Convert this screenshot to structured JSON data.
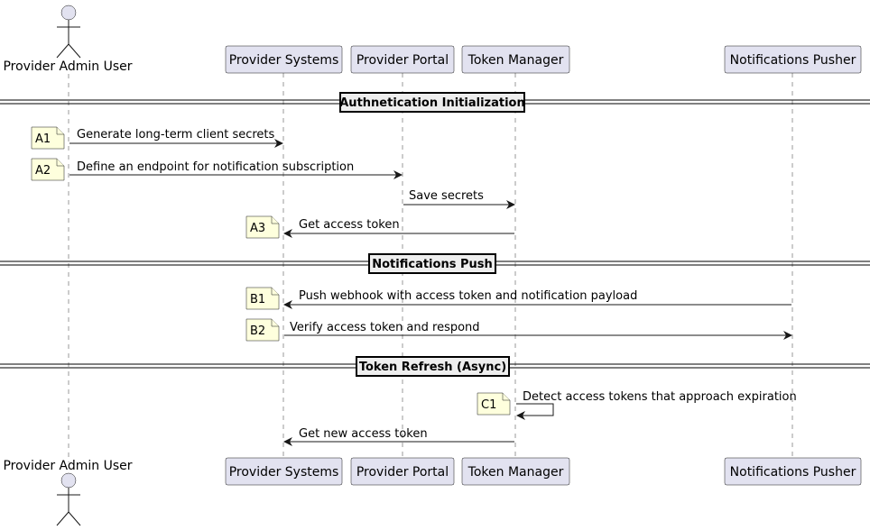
{
  "participants": {
    "admin": "Provider Admin User",
    "systems": "Provider Systems",
    "portal": "Provider Portal",
    "token": "Token Manager",
    "pusher": "Notifications Pusher"
  },
  "separators": {
    "s1": "Authnetication Initialization",
    "s2": "Notifications Push",
    "s3": "Token Refresh (Async)"
  },
  "messages": {
    "m1": "Generate long-term client secrets",
    "m2": "Define an endpoint for notification subscription",
    "m3": "Save secrets",
    "m4": "Get access token",
    "m5": "Push webhook with access token and notification payload",
    "m6": "Verify access token and respond",
    "m7": "Detect access tokens that approach expiration",
    "m8": "Get new access token"
  },
  "notes": {
    "a1": "A1",
    "a2": "A2",
    "a3": "A3",
    "b1": "B1",
    "b2": "B2",
    "c1": "C1"
  }
}
